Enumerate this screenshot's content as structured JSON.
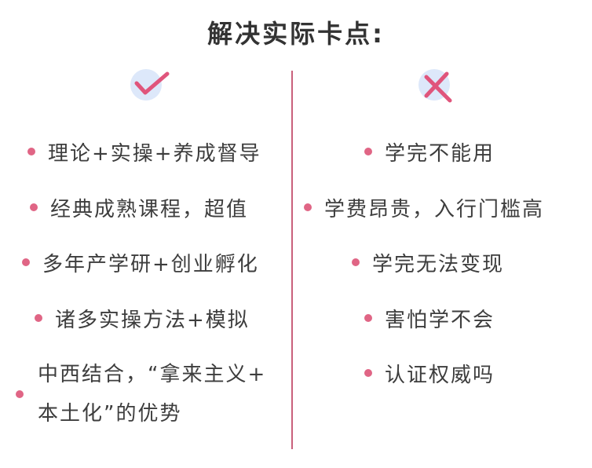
{
  "title": "解决实际卡点:",
  "left_icon": "checkmark-icon",
  "right_icon": "cross-icon",
  "colors": {
    "accent": "#e06585",
    "divider": "#c9607c",
    "icon_bg": "#dde8fa"
  },
  "left": {
    "items": [
      "理论+实操+养成督导",
      "经典成熟课程，超值",
      "多年产学研+创业孵化",
      "诸多实操方法+模拟"
    ],
    "item5_line1": "中西结合，“拿来主义+",
    "item5_line2": "本土化”的优势"
  },
  "right": {
    "items": [
      "学完不能用",
      "学费昂贵，入行门槛高",
      "学完无法变现",
      "害怕学不会",
      "认证权威吗"
    ]
  }
}
